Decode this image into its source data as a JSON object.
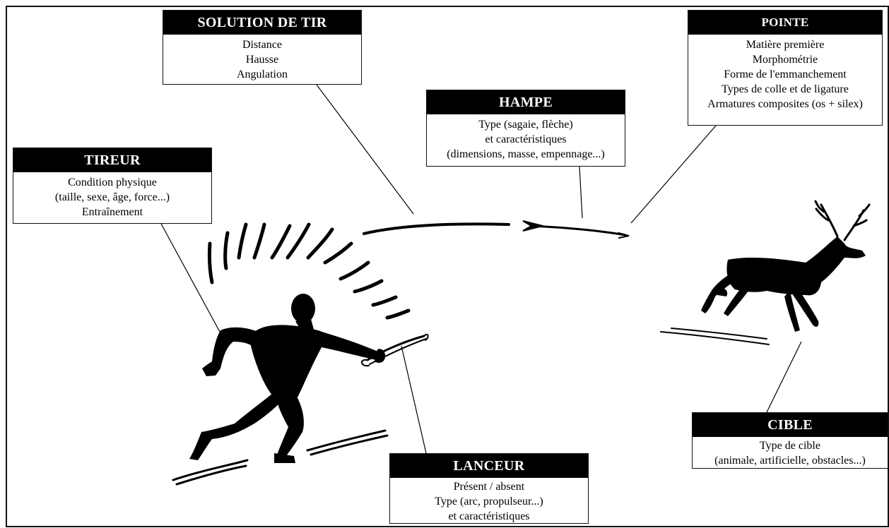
{
  "boxes": {
    "solution": {
      "title": "SOLUTION DE TIR",
      "lines": [
        "Distance",
        "Hausse",
        "Angulation"
      ]
    },
    "pointe": {
      "title": "POINTE",
      "lines": [
        "Matière première",
        "Morphométrie",
        "Forme de l'emmanchement",
        "Types de colle et de ligature",
        "Armatures composites (os + silex)"
      ]
    },
    "hampe": {
      "title": "HAMPE",
      "lines": [
        "Type (sagaie, flèche)",
        "et caractéristiques",
        "(dimensions, masse, empennage...)"
      ]
    },
    "tireur": {
      "title": "TIREUR",
      "lines": [
        "Condition physique",
        "(taille, sexe, âge, force...)",
        "Entraînement"
      ]
    },
    "lanceur": {
      "title": "LANCEUR",
      "lines": [
        "Présent / absent",
        "Type (arc, propulseur...)",
        "et caractéristiques"
      ]
    },
    "cible": {
      "title": "CIBLE",
      "lines": [
        "Type de cible",
        "(animale, artificielle, obstacles...)"
      ]
    }
  },
  "colors": {
    "ink": "#000000",
    "background": "#ffffff"
  }
}
